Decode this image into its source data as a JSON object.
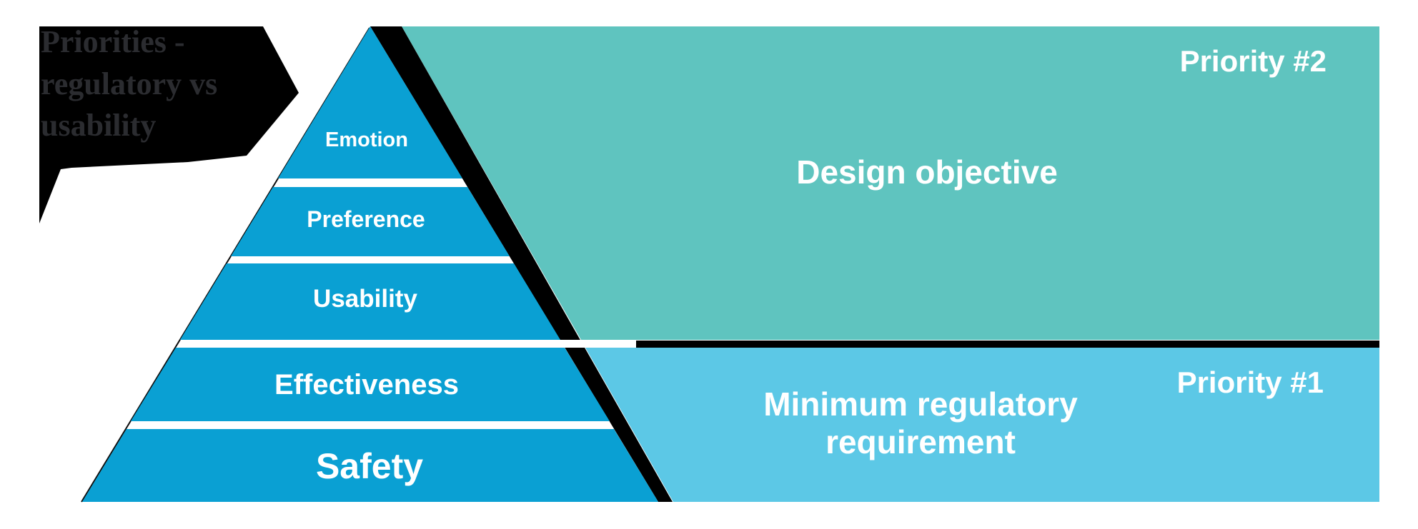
{
  "title": {
    "line1": "Priorities -",
    "line2": "regulatory vs",
    "line3": "usability"
  },
  "pyramid": {
    "layers": [
      {
        "label": "Emotion"
      },
      {
        "label": "Preference"
      },
      {
        "label": "Usability"
      },
      {
        "label": "Effectiveness"
      },
      {
        "label": "Safety"
      }
    ]
  },
  "regions": {
    "design": {
      "label": "Design objective",
      "priority": "Priority #2"
    },
    "regulatory": {
      "label_line1": "Minimum regulatory",
      "label_line2": "requirement",
      "priority": "Priority #1"
    }
  },
  "colors": {
    "pyramid_blue": "#0aa0d3",
    "teal": "#5fc4bf",
    "light_blue": "#5cc8e6",
    "black": "#000000",
    "title_text": "#2b2c30",
    "white": "#ffffff"
  }
}
